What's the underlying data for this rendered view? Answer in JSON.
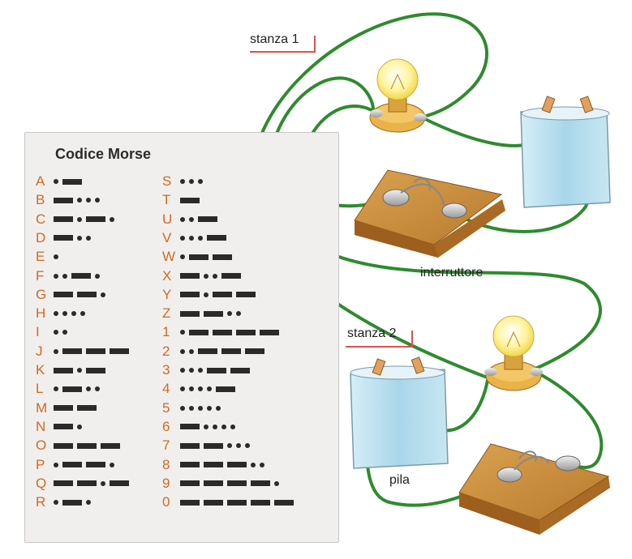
{
  "morse": {
    "title": "Codice Morse",
    "left_column": [
      {
        "letter": "A",
        "code": ".-"
      },
      {
        "letter": "B",
        "code": "-..."
      },
      {
        "letter": "C",
        "code": "-.-."
      },
      {
        "letter": "D",
        "code": "-.."
      },
      {
        "letter": "E",
        "code": "."
      },
      {
        "letter": "F",
        "code": "..-."
      },
      {
        "letter": "G",
        "code": "--."
      },
      {
        "letter": "H",
        "code": "...."
      },
      {
        "letter": "I",
        "code": ".."
      },
      {
        "letter": "J",
        "code": ".---"
      },
      {
        "letter": "K",
        "code": "-.-"
      },
      {
        "letter": "L",
        "code": ".-.."
      },
      {
        "letter": "M",
        "code": "--"
      },
      {
        "letter": "N",
        "code": "-."
      },
      {
        "letter": "O",
        "code": "---"
      },
      {
        "letter": "P",
        "code": ".--."
      },
      {
        "letter": "Q",
        "code": "--.-"
      },
      {
        "letter": "R",
        "code": ".-."
      }
    ],
    "right_column": [
      {
        "letter": "S",
        "code": "..."
      },
      {
        "letter": "T",
        "code": "-"
      },
      {
        "letter": "U",
        "code": "..-"
      },
      {
        "letter": "V",
        "code": "...-"
      },
      {
        "letter": "W",
        "code": ".--"
      },
      {
        "letter": "X",
        "code": "-..-"
      },
      {
        "letter": "Y",
        "code": "-.--"
      },
      {
        "letter": "Z",
        "code": "--.."
      },
      {
        "letter": "1",
        "code": ".----"
      },
      {
        "letter": "2",
        "code": "..---"
      },
      {
        "letter": "3",
        "code": "...--"
      },
      {
        "letter": "4",
        "code": "....-"
      },
      {
        "letter": "5",
        "code": "....."
      },
      {
        "letter": "6",
        "code": "-...."
      },
      {
        "letter": "7",
        "code": "--..."
      },
      {
        "letter": "8",
        "code": "---.."
      },
      {
        "letter": "9",
        "code": "----."
      },
      {
        "letter": "0",
        "code": "-----"
      }
    ],
    "letter_color": "#d2691e"
  },
  "labels": {
    "room1": "stanza 1",
    "room2": "stanza 2",
    "switch": "interruttore",
    "battery": "pila"
  },
  "colors": {
    "wire": "#2e8b2e",
    "switch_wood": "#c98b3c",
    "battery_glass": "#bfe0ee",
    "bulb_glass": "#fff6a8",
    "room_underline": "#d9534f"
  }
}
